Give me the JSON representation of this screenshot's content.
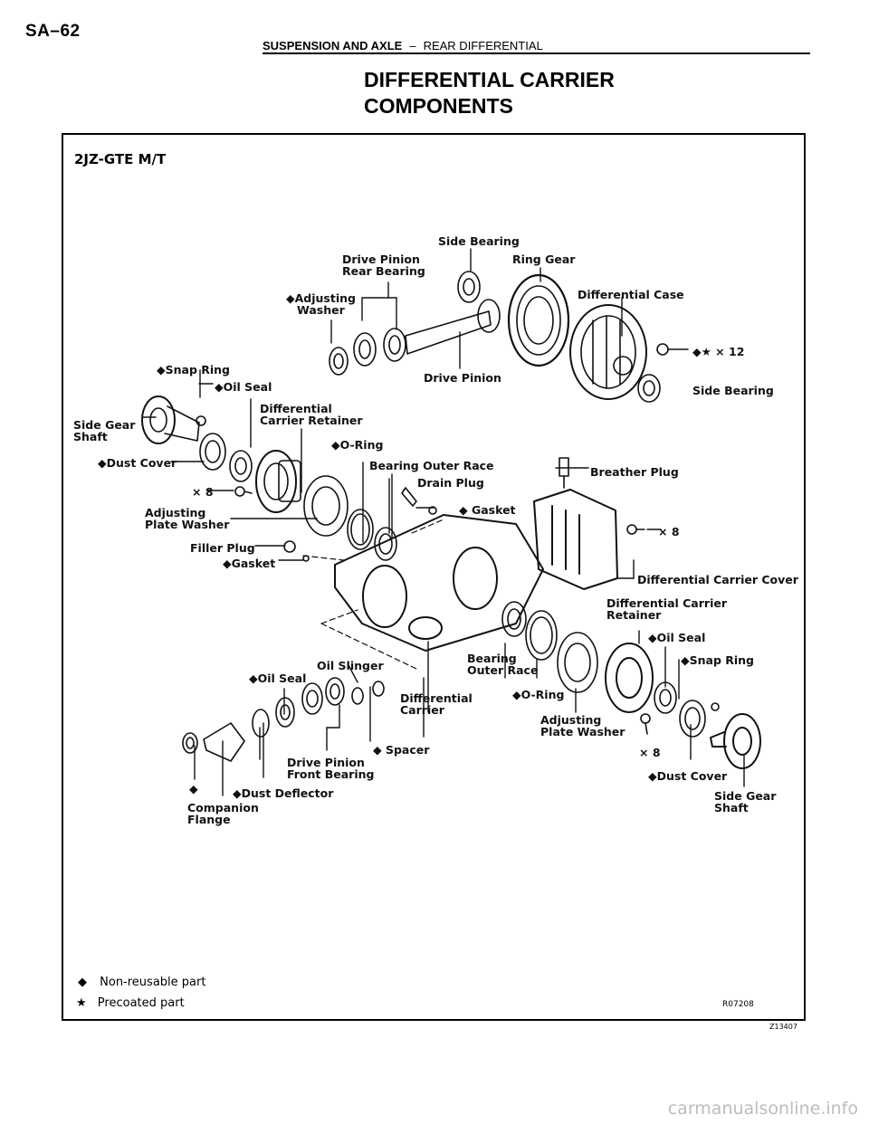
{
  "header": {
    "page_id": "SA–62",
    "section": "SUSPENSION AND AXLE",
    "separator": "–",
    "subsection": "REAR DIFFERENTIAL"
  },
  "title": {
    "line1": "DIFFERENTIAL CARRIER",
    "line2": "COMPONENTS"
  },
  "figure": {
    "model": "2JZ-GTE M/T",
    "labels": {
      "side_bearing_top": "Side Bearing",
      "drive_pinion_rear_bearing_1": "Drive Pinion",
      "drive_pinion_rear_bearing_2": "Rear Bearing",
      "ring_gear": "Ring Gear",
      "adjusting_washer_1": "◆Adjusting",
      "adjusting_washer_2": "Washer",
      "differential_case": "Differential Case",
      "bolt_x12": "◆★ × 12",
      "snap_ring_left": "◆Snap Ring",
      "drive_pinion": "Drive Pinion",
      "oil_seal_left": "◆Oil Seal",
      "side_bearing_right": "Side Bearing",
      "diff_carrier_retainer_left_1": "Differential",
      "diff_carrier_retainer_left_2": "Carrier Retainer",
      "side_gear_shaft_left_1": "Side Gear",
      "side_gear_shaft_left_2": "Shaft",
      "o_ring_left": "◆O-Ring",
      "dust_cover_left": "◆Dust Cover",
      "bearing_outer_race_left": "Bearing Outer Race",
      "breather_plug": "Breather Plug",
      "drain_plug": "Drain Plug",
      "x8_left": "× 8",
      "gasket_drain": "◆ Gasket",
      "adjusting_plate_washer_left_1": "Adjusting",
      "adjusting_plate_washer_left_2": "Plate Washer",
      "x8_cover": "× 8",
      "filler_plug": "Filler Plug",
      "gasket_filler": "◆Gasket",
      "diff_carrier_cover": "Differential Carrier Cover",
      "diff_carrier_retainer_right_1": "Differential Carrier",
      "diff_carrier_retainer_right_2": "Retainer",
      "oil_seal_right": "◆Oil Seal",
      "oil_slinger": "Oil Slinger",
      "bearing_outer_race_right_1": "Bearing",
      "bearing_outer_race_right_2": "Outer Race",
      "snap_ring_right": "◆Snap Ring",
      "oil_seal_front": "◆Oil Seal",
      "differential_carrier_1": "Differential",
      "differential_carrier_2": "Carrier",
      "o_ring_right": "◆O-Ring",
      "adjusting_plate_washer_right_1": "Adjusting",
      "adjusting_plate_washer_right_2": "Plate Washer",
      "spacer": "◆ Spacer",
      "x8_right": "× 8",
      "drive_pinion_front_bearing_1": "Drive Pinion",
      "drive_pinion_front_bearing_2": "Front Bearing",
      "nut_marker": "◆",
      "dust_deflector": "◆Dust Deflector",
      "dust_cover_right": "◆Dust Cover",
      "companion_flange_1": "Companion",
      "companion_flange_2": "Flange",
      "side_gear_shaft_right_1": "Side Gear",
      "side_gear_shaft_right_2": "Shaft"
    },
    "legend": [
      {
        "symbol": "◆",
        "text": "Non-reusable part"
      },
      {
        "symbol": "★",
        "text": "Precoated part"
      }
    ],
    "figure_code": "R07208",
    "frame_code": "Z13407"
  },
  "watermark": "carmanualsonline.info"
}
